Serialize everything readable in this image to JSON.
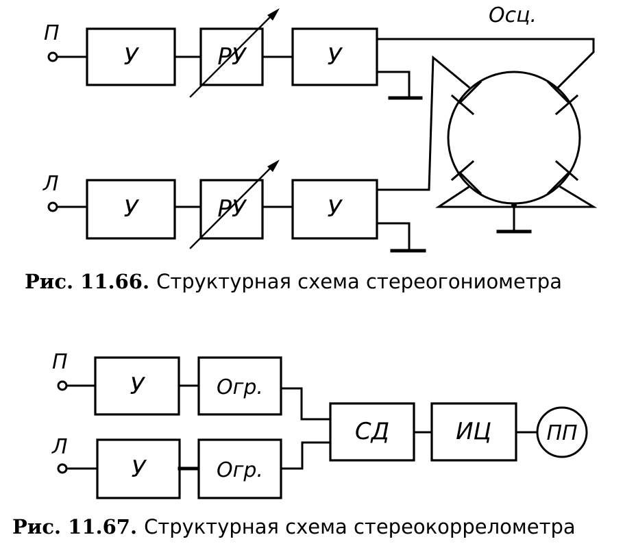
{
  "fig1": {
    "input_top": "П",
    "input_bottom": "Л",
    "amp1": "У",
    "agc": "РУ",
    "amp2": "У",
    "amp3": "У",
    "agc2": "РУ",
    "amp4": "У",
    "scope": "Осц.",
    "caption_num": "Рис. 11.66.",
    "caption_text": "Структурная схема стереогониометра"
  },
  "fig2": {
    "input_top": "П",
    "input_bottom": "Л",
    "amp_top": "У",
    "lim_top": "Огр.",
    "amp_bottom": "У",
    "lim_bottom": "Огр.",
    "sync_det": "СД",
    "int": "ИЦ",
    "meter": "ПП",
    "caption_num": "Рис. 11.67.",
    "caption_text": "Структурная схема стереокоррелометра"
  }
}
